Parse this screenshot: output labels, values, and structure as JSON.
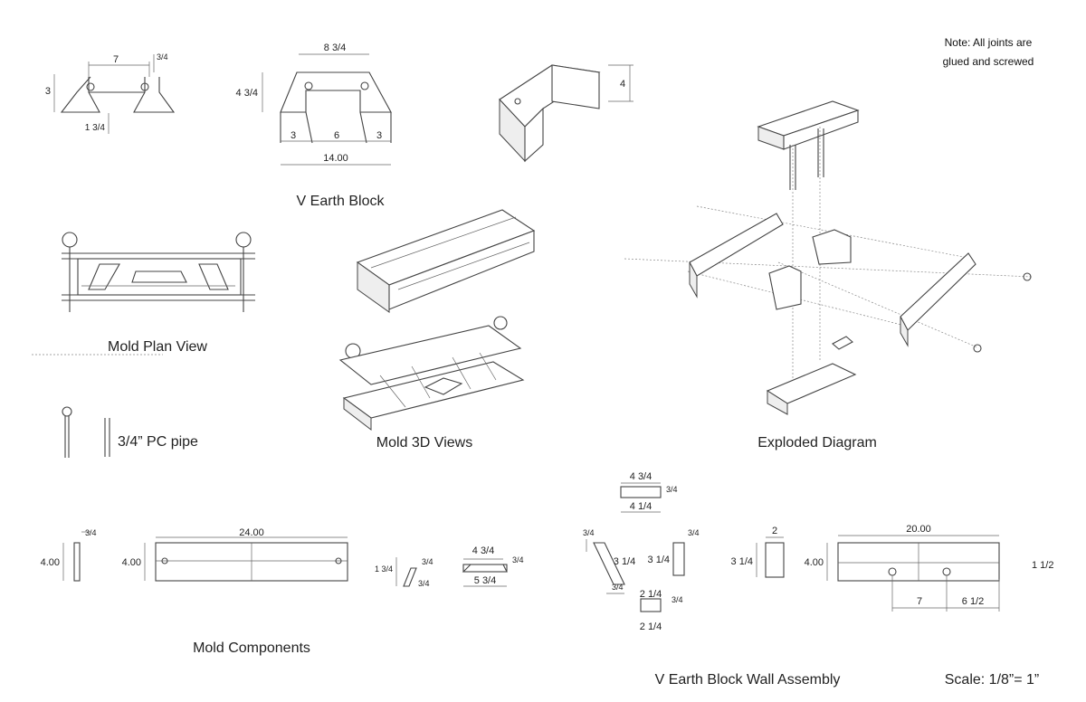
{
  "note": {
    "line1": "Note: All joints are",
    "line2": "glued and screwed"
  },
  "captions": {
    "v_earth_block": "V Earth Block",
    "mold_plan_view": "Mold Plan View",
    "mold_3d_views": "Mold 3D Views",
    "exploded_diagram": "Exploded Diagram",
    "pc_pipe": "3/4” PC pipe",
    "mold_components": "Mold Components",
    "wall_assembly": "V Earth Block Wall Assembly",
    "scale": "Scale: 1/8”= 1”"
  },
  "dims": {
    "block1_top": "7",
    "block1_side": "3",
    "block1_right": "3/4",
    "block1_bottom": "1 3/4",
    "block2_top": "8 3/4",
    "block2_side": "4 3/4",
    "block2_a": "3",
    "block2_b": "6",
    "block2_c": "3",
    "block2_total": "14.00",
    "block3d_height": "4",
    "comp_thin_height": "4.00",
    "comp_thin_width": "3/4",
    "comp_board_height": "4.00",
    "comp_board_length": "24.00",
    "comp_small_h": "1 3/4",
    "comp_small_w": "3/4",
    "comp_small_d": "3/4",
    "comp_tab_top": "4 3/4",
    "comp_tab_side": "3/4",
    "comp_tab_bottom": "5 3/4",
    "wall_top_piece": "4 3/4",
    "wall_top_piece_side": "3/4",
    "wall_top_piece_bottom": "4 1/4",
    "wall_wedge_side": "3/4",
    "wall_wedge_height": "3 1/4",
    "wall_wedge_depth": "3/4",
    "wall_post_height": "3 1/4",
    "wall_post_side": "3/4",
    "wall_small_top": "2 1/4",
    "wall_small_side": "3/4",
    "wall_small_bottom": "2 1/4",
    "wall_block_width": "2",
    "wall_block_height": "3 1/4",
    "wall_board_length": "20.00",
    "wall_board_height": "4.00",
    "wall_board_hole": "1 1/2",
    "wall_board_a": "7",
    "wall_board_b": "6 1/2"
  }
}
